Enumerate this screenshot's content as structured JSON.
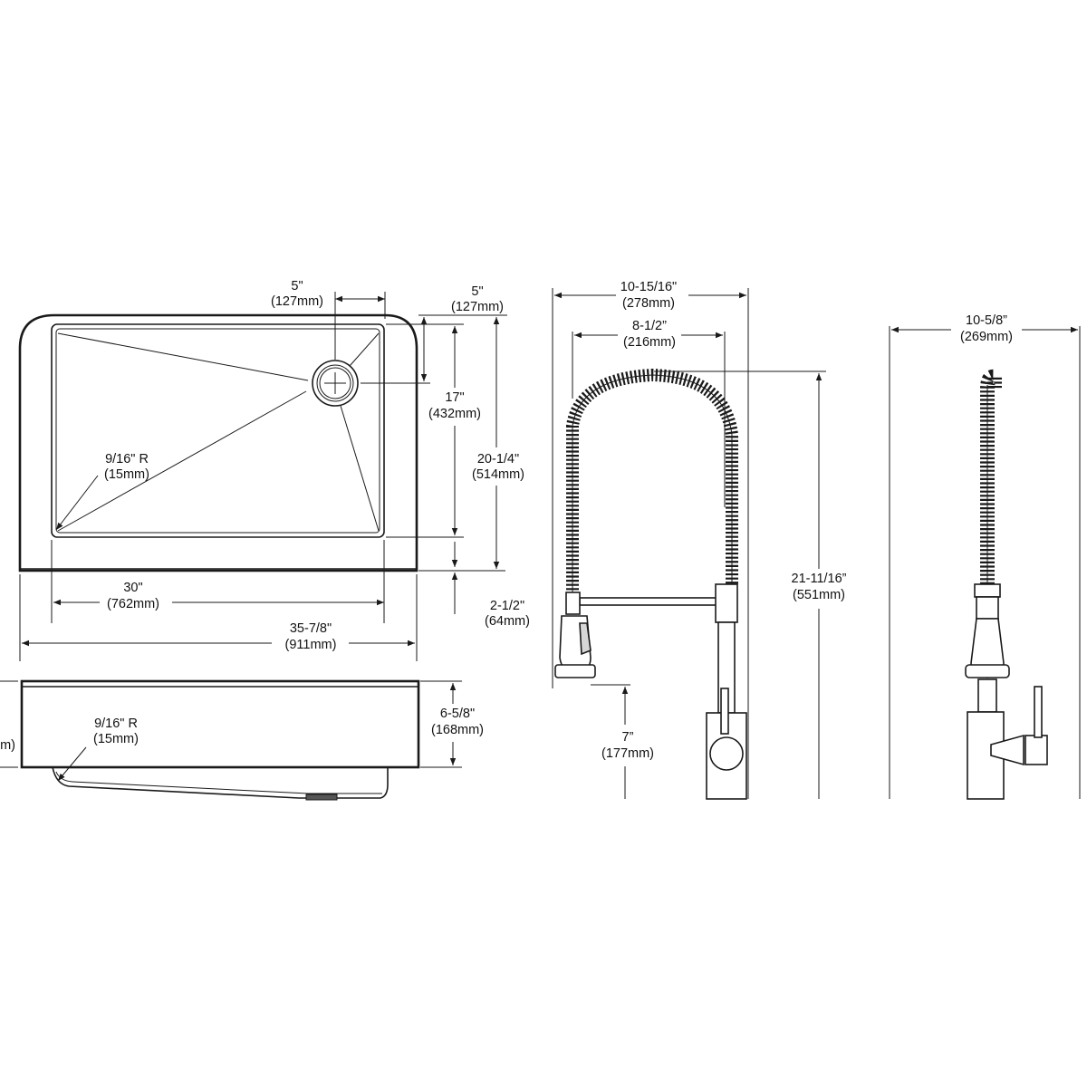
{
  "sink_top_view": {
    "drain_offset_left": {
      "imperial": "5\"",
      "metric": "(127mm)"
    },
    "drain_offset_top": {
      "imperial": "5\"",
      "metric": "(127mm)"
    },
    "bowl_depth": {
      "imperial": "17\"",
      "metric": "(432mm)"
    },
    "overall_depth": {
      "imperial": "20-1/4\"",
      "metric": "(514mm)"
    },
    "corner_radius": {
      "imperial": "9/16\" R",
      "metric": "(15mm)"
    },
    "bowl_width": {
      "imperial": "30\"",
      "metric": "(762mm)"
    },
    "overall_width": {
      "imperial": "35-7/8\"",
      "metric": "(911mm)"
    },
    "apron_height": {
      "imperial": "2-1/2\"",
      "metric": "(64mm)"
    }
  },
  "sink_front_view": {
    "corner_radius": {
      "imperial": "9/16\" R",
      "metric": "(15mm)"
    },
    "apron_depth": {
      "imperial": "6-5/8\"",
      "metric": "(168mm)"
    },
    "left_cut_label": "mm)"
  },
  "faucet_front_view": {
    "overall_reach": {
      "imperial": "10-15/16\"",
      "metric": "(278mm)"
    },
    "spray_reach": {
      "imperial": "8-1/2”",
      "metric": "(216mm)"
    },
    "overall_height": {
      "imperial": "21-11/16”",
      "metric": "(551mm)"
    },
    "spout_height": {
      "imperial": "7”",
      "metric": "(177mm)"
    }
  },
  "faucet_side_view": {
    "overall_depth": {
      "imperial": "10-5/8”",
      "metric": "(269mm)"
    }
  }
}
